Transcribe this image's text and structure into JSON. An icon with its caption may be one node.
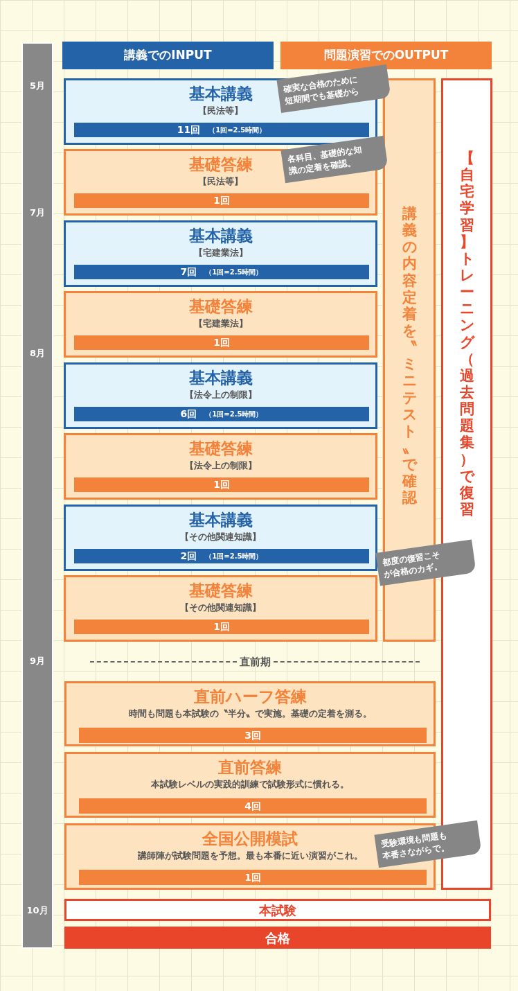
{
  "diagram": {
    "nodes": [
      {
        "text": [
          "講義でのINPUT"
        ]
      },
      {
        "text": [
          "問題演習でのOUTPUT"
        ]
      },
      {
        "text": [
          "基本講義",
          "【民法等】"
        ]
      },
      {
        "text": [
          "11回",
          "（1回=2.5時間）"
        ],
        "in": 2
      },
      {
        "text": [
          "基礎答練",
          "【民法等】"
        ]
      },
      {
        "text": [
          "1回"
        ],
        "in": 4
      },
      {
        "text": [
          "基本講義",
          "【宅建業法】"
        ]
      },
      {
        "text": [
          "7回",
          "（1回=2.5時間）"
        ],
        "in": 6
      },
      {
        "text": [
          "基礎答練",
          "【宅建業法】"
        ]
      },
      {
        "text": [
          "1回"
        ],
        "in": 8
      },
      {
        "text": [
          "基本講義",
          "【法令上の制限】"
        ]
      },
      {
        "text": [
          "6回",
          "（1回=2.5時間）"
        ],
        "in": 10
      },
      {
        "text": [
          "基礎答練",
          "【法令上の制限】"
        ]
      },
      {
        "text": [
          "1回"
        ],
        "in": 12
      },
      {
        "text": [
          "基本講義",
          "【その他関連知識】"
        ]
      },
      {
        "text": [
          "2回",
          "（1回=2.5時間）"
        ],
        "in": 14
      },
      {
        "text": [
          "基礎答練",
          "【その他関連知識】"
        ]
      },
      {
        "text": [
          "1回"
        ],
        "in": 16
      },
      {
        "text": [
          "講義の内容定着を〝ミニテスト〟で確認"
        ]
      },
      {
        "text": [
          "【自宅学習】トレーニング（過去問題集）で復習"
        ]
      },
      {
        "text": [
          "直前ハーフ答練",
          "時間も問題も本試験の〝半分〟で実施。基礎の定着を測る。"
        ]
      },
      {
        "text": [
          "3回"
        ],
        "in": 20
      },
      {
        "text": [
          "直前答練",
          "本試験レベルの実践的訓練で試験形式に慣れる。"
        ]
      },
      {
        "text": [
          "4回"
        ],
        "in": 22
      },
      {
        "text": [
          "全国公開模試",
          "講師陣が試験問題を予想。最も本番に近い演習がこれ。"
        ]
      },
      {
        "text": [
          "1回"
        ],
        "in": 24
      },
      {
        "text": [
          "本試験"
        ]
      },
      {
        "text": [
          "合格"
        ]
      },
      {
        "text": [
          "確実な合格のために短期間でも基礎から"
        ]
      },
      {
        "text": [
          "各科目、基礎的な知識の定着を確認。"
        ]
      },
      {
        "text": [
          "都度の復習こそが合格のカギ。"
        ]
      },
      {
        "text": [
          "受験環境も問題も本番さながらで。"
        ]
      }
    ],
    "labels": [
      "5月",
      "7月",
      "8月",
      "直前期",
      "9月",
      "10月"
    ]
  }
}
